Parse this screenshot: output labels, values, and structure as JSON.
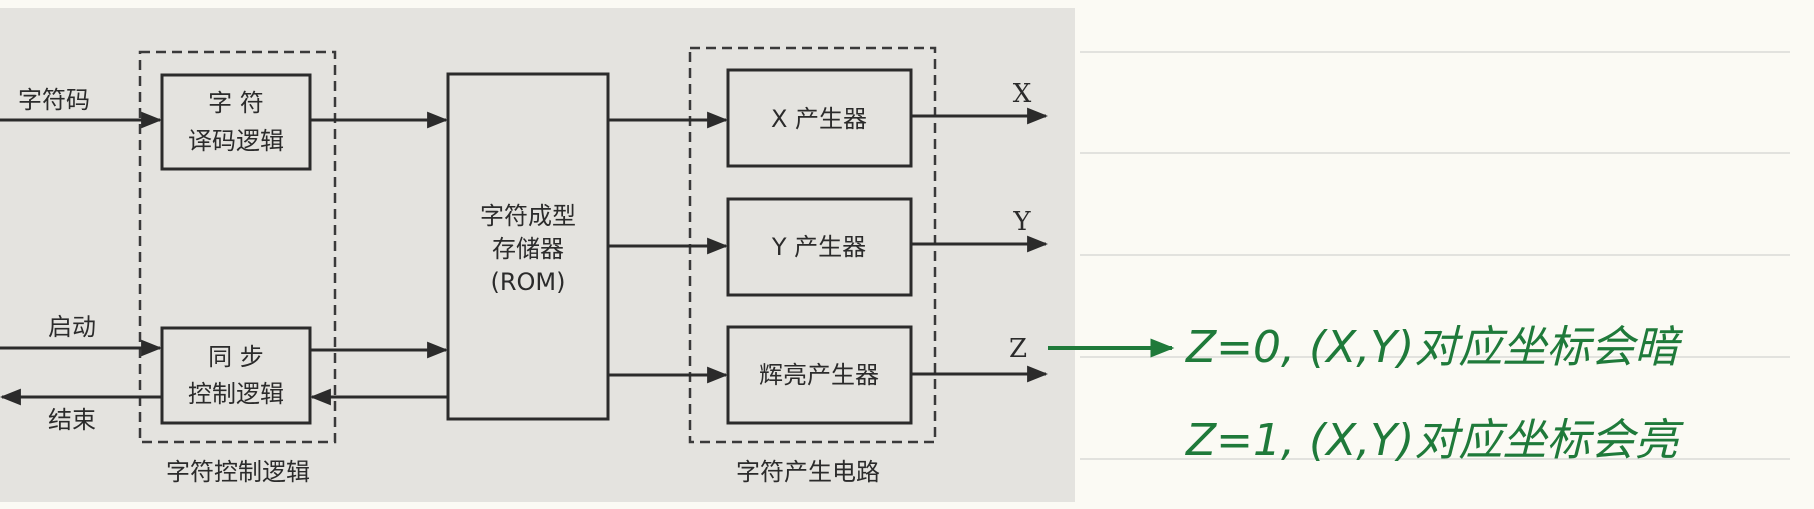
{
  "inputs": {
    "char_code": "字符码",
    "start": "启动",
    "end": "结束"
  },
  "blocks": {
    "decode_line1": "字 符",
    "decode_line2": "译码逻辑",
    "sync_line1": "同 步",
    "sync_line2": "控制逻辑",
    "rom_line1": "字符成型",
    "rom_line2": "存储器",
    "rom_line3": "(ROM)",
    "x_gen": "X 产生器",
    "y_gen": "Y 产生器",
    "bright_gen": "辉亮产生器"
  },
  "groups": {
    "control": "字符控制逻辑",
    "generator": "字符产生电路"
  },
  "outputs": {
    "x": "X",
    "y": "Y",
    "z": "Z"
  },
  "notes": {
    "z0": "Z=0, (X,Y)对应坐标会暗",
    "z1": "Z=1, (X,Y)对应坐标会亮"
  },
  "colors": {
    "ink": "#2b2b2b",
    "handwriting": "#1f7a3a"
  }
}
